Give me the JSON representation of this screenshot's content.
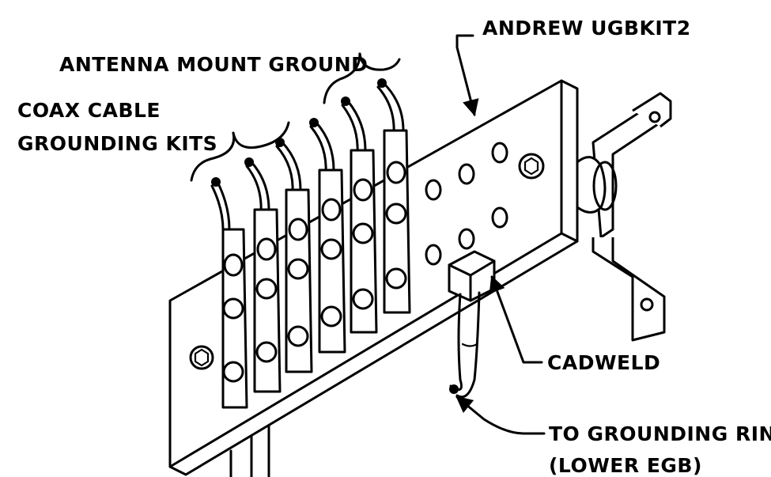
{
  "labels": {
    "andrew": "ANDREW UGBKIT2",
    "antenna_mount": "ANTENNA MOUNT GROUND",
    "coax_line1": "COAX CABLE",
    "coax_line2": "GROUNDING KITS",
    "cadweld": "CADWELD",
    "to_ring_line1": "TO GROUNDING RING",
    "to_ring_line2": "(LOWER EGB)"
  },
  "lug_count": 6,
  "colors": {
    "ink": "#000000",
    "paper": "#ffffff"
  }
}
